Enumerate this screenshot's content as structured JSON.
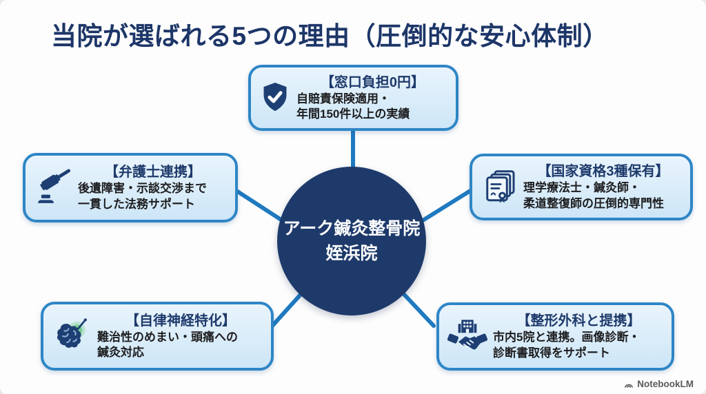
{
  "title": "当院が選ばれる5つの理由（圧倒的な安心体制）",
  "center": {
    "name_line1": "アーク鍼灸整骨院",
    "name_line2": "姪浜院"
  },
  "reasons": [
    {
      "key": "zero-window-cost",
      "icon": "shield-check-icon",
      "heading": "【窓口負担0円】",
      "lines": [
        "自賠責保険適用・",
        "年間150件以上の実績"
      ]
    },
    {
      "key": "lawyer-partnership",
      "icon": "gavel-icon",
      "heading": "【弁護士連携】",
      "lines": [
        "後遺障害・示談交渉まで",
        "一貫した法務サポート"
      ]
    },
    {
      "key": "national-licenses",
      "icon": "certificates-icon",
      "heading": "【国家資格3種保有】",
      "lines": [
        "理学療法士・鍼灸師・",
        "柔道整復師の圧倒的専門性"
      ]
    },
    {
      "key": "autonomic-nerve",
      "icon": "brain-needle-icon",
      "heading": "【自律神経特化】",
      "lines": [
        "難治性のめまい・頭痛への",
        "鍼灸対応"
      ]
    },
    {
      "key": "orthopedic-alliance",
      "icon": "handshake-building-icon",
      "heading": "【整形外科と提携】",
      "lines": [
        "市内5院と連携。画像診断・",
        "診断書取得をサポート"
      ]
    }
  ],
  "watermark": "NotebookLM",
  "colors": {
    "navy": "#1e3a6b",
    "title_text": "#1d3668",
    "box_border": "#2e86c6",
    "box_bg_top": "#e9f4fc",
    "box_bg_bottom": "#cde6f7",
    "connector": "#1f7ac0",
    "body_text": "#1d1d1f"
  }
}
